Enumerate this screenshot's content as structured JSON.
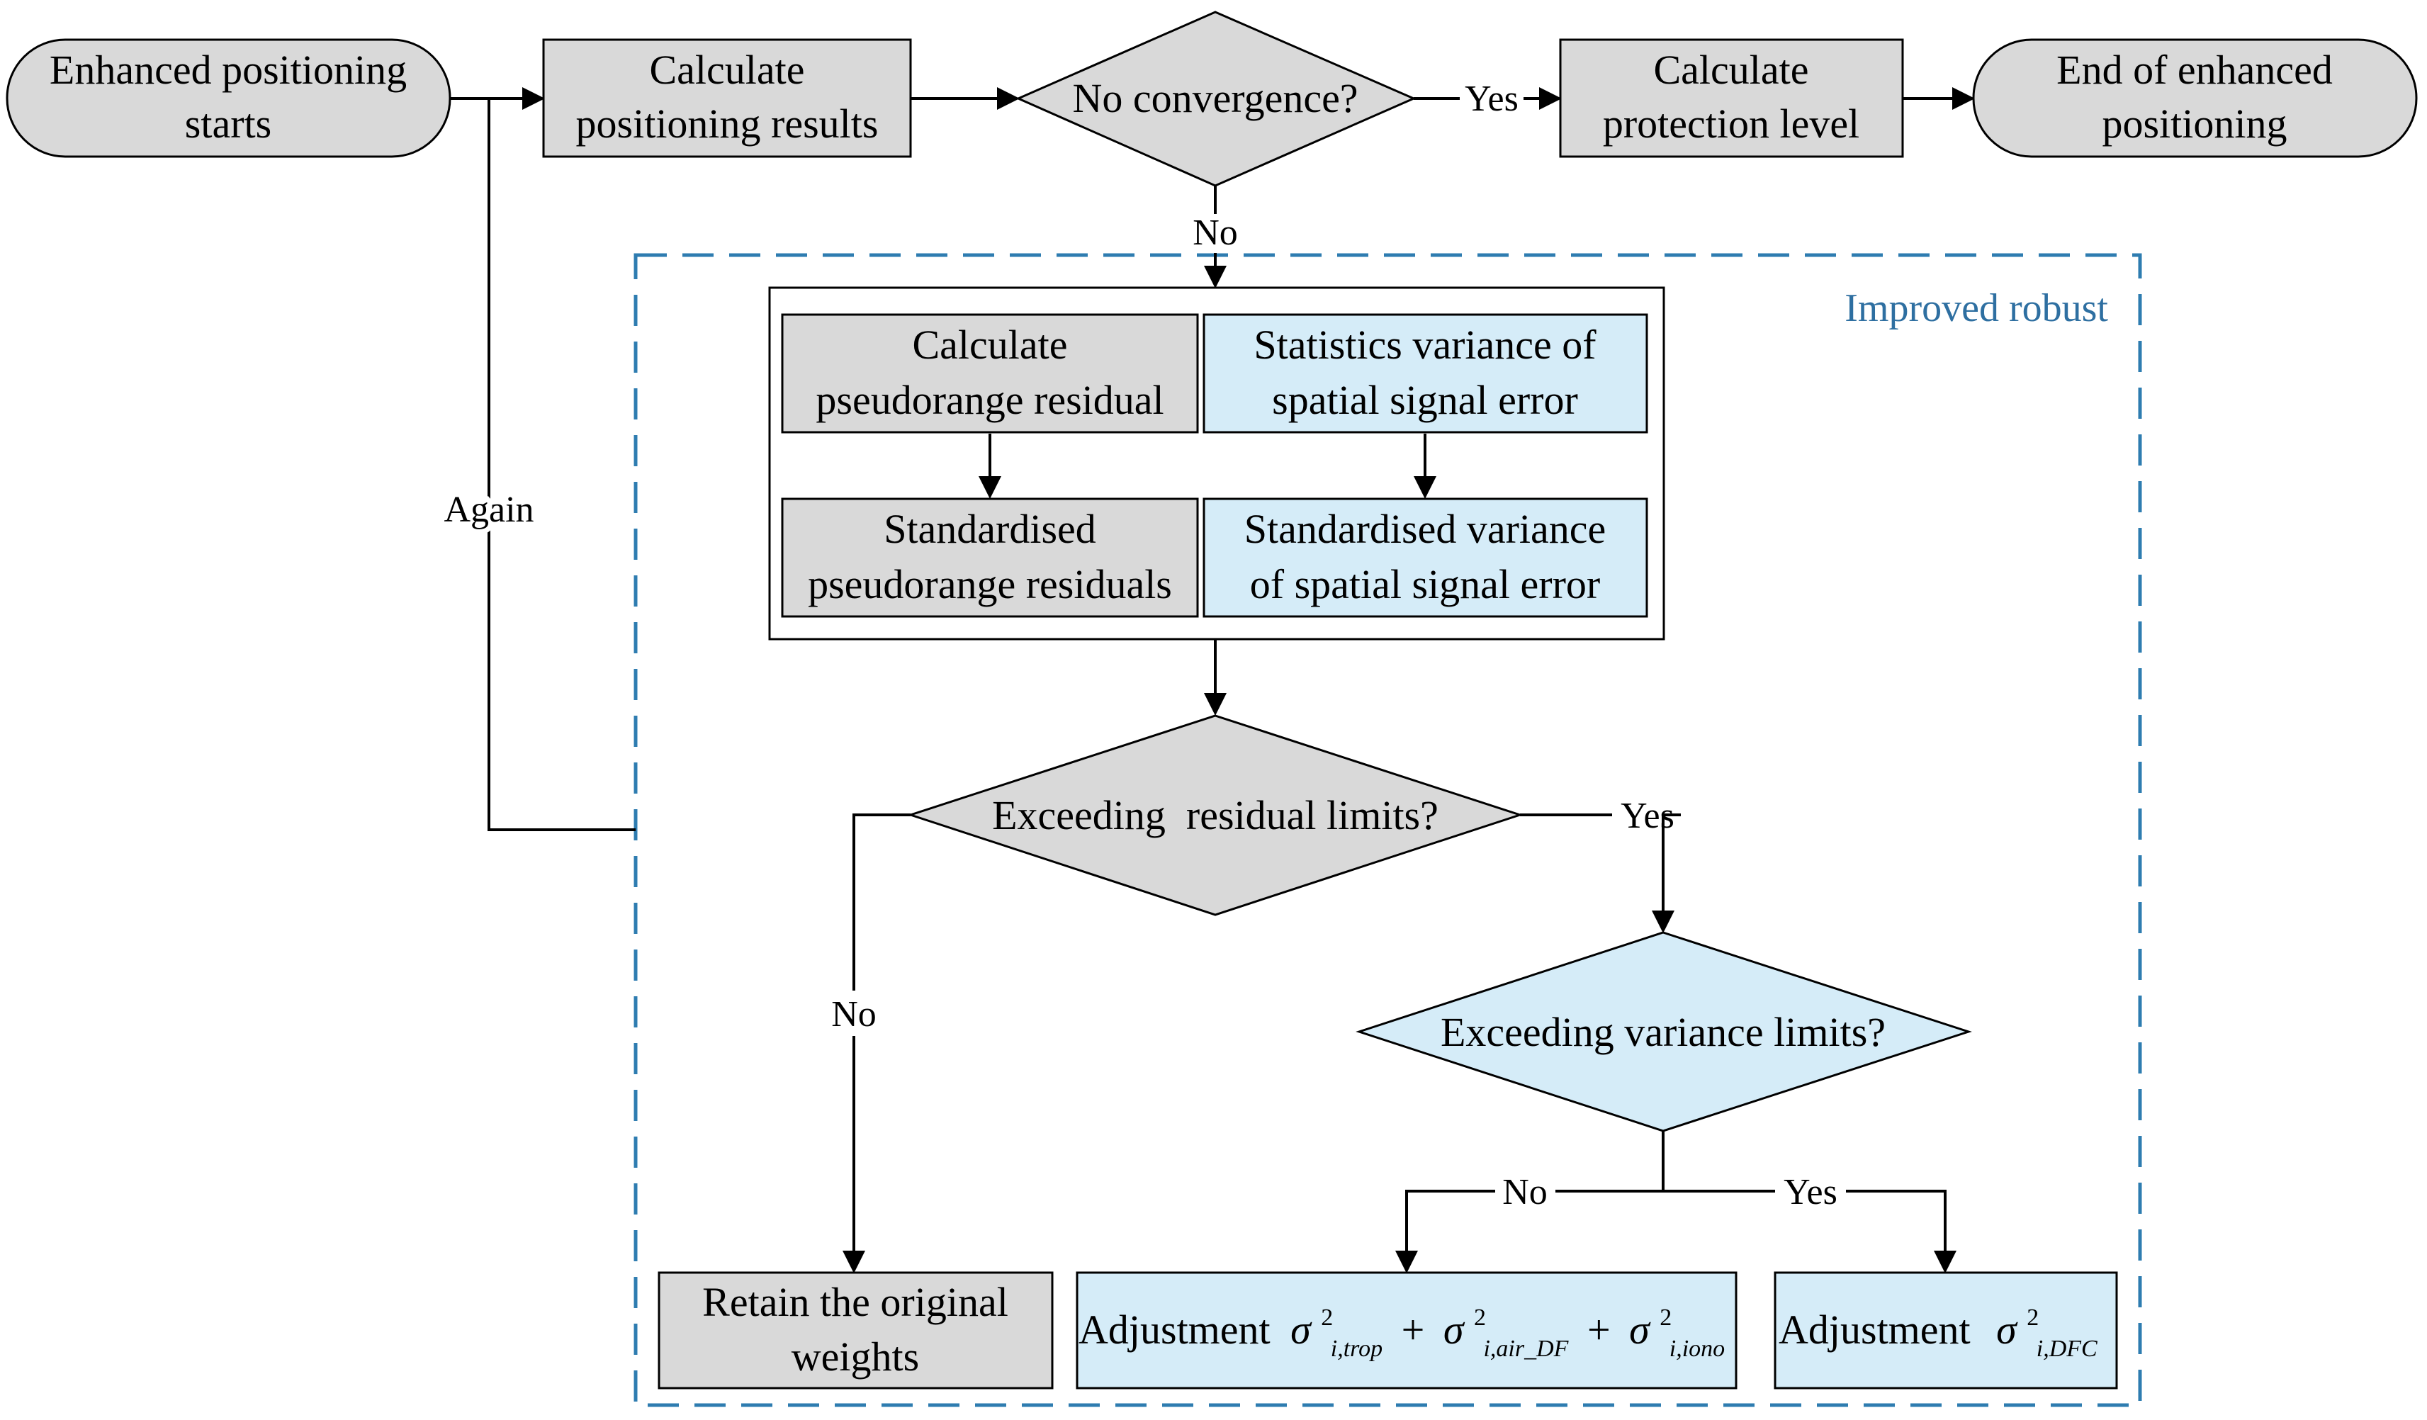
{
  "nodes": {
    "start": {
      "line1": "Enhanced positioning",
      "line2": "starts"
    },
    "calc_pos": {
      "line1": "Calculate",
      "line2": "positioning results"
    },
    "no_conv": {
      "label": "No convergence?"
    },
    "calc_prot": {
      "line1": "Calculate",
      "line2": "protection level"
    },
    "end": {
      "line1": "End of enhanced",
      "line2": "positioning"
    },
    "calc_resid": {
      "line1": "Calculate",
      "line2": "pseudorange residual"
    },
    "stat_var": {
      "line1": "Statistics variance of",
      "line2": "spatial signal error"
    },
    "std_resid": {
      "line1": "Standardised",
      "line2": "pseudorange residuals"
    },
    "std_var": {
      "line1": "Standardised variance",
      "line2": "of spatial signal error"
    },
    "exceed_resid": {
      "label": "Exceeding  residual limits?"
    },
    "exceed_var": {
      "label": "Exceeding variance limits?"
    },
    "retain": {
      "line1": "Retain the original",
      "line2": "weights"
    },
    "adj_sum": {
      "prefix": "Adjustment",
      "sigma": "σ",
      "sup": "2",
      "sub1": "i,trop",
      "sub2": "i,air_DF",
      "sub3": "i,iono",
      "plus": "+"
    },
    "adj_dfc": {
      "prefix": "Adjustment",
      "sigma": "σ",
      "sup": "2",
      "sub": "i,DFC"
    }
  },
  "edges": {
    "yes_top": "Yes",
    "no_top": "No",
    "again": "Again",
    "yes_resid": "Yes",
    "no_resid": "No",
    "no_var": "No",
    "yes_var": "Yes"
  },
  "region": {
    "label": "Improved robust"
  },
  "colors": {
    "gray_fill": "#d9d9d9",
    "blue_fill": "#d5ecf8",
    "region_dash": "#2e7cb0",
    "region_label": "#2e6fa1"
  }
}
